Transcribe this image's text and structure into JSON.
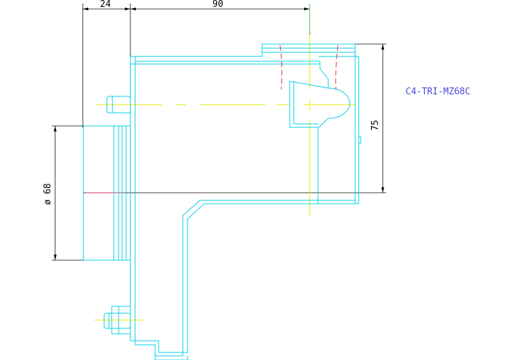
{
  "drawing": {
    "part_number": "C4-TRI-MZ68C",
    "part_label_color": "#4a4ad8",
    "dimensions": {
      "top_left": "24",
      "top_right": "90",
      "right_vertical": "75",
      "left_diameter": "ø 68"
    },
    "colors": {
      "outline": "#00d0e8",
      "dimension": "#000000",
      "centerline": "#e8e800",
      "hidden": "#e83030",
      "background": "#ffffff"
    }
  }
}
